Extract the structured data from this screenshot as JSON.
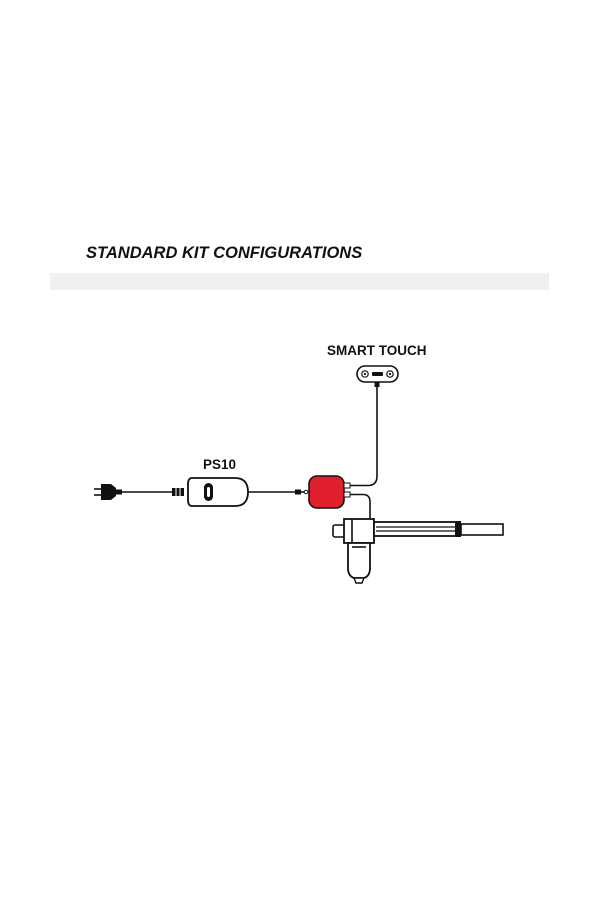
{
  "header": {
    "title": "STANDARD KIT CONFIGURATIONS"
  },
  "diagram": {
    "components": [
      {
        "id": "power-plug",
        "label": ""
      },
      {
        "id": "ps10",
        "label": "PS10"
      },
      {
        "id": "control-box",
        "label": ""
      },
      {
        "id": "smart-touch",
        "label": "SMART TOUCH"
      },
      {
        "id": "linear-actuator",
        "label": ""
      }
    ],
    "colors": {
      "control_box": "#e0202e",
      "lines": "#111111",
      "band": "#f0f0f0"
    },
    "icons": [
      "plug-icon",
      "power-supply-icon",
      "control-box-icon",
      "handset-icon",
      "actuator-icon"
    ]
  }
}
